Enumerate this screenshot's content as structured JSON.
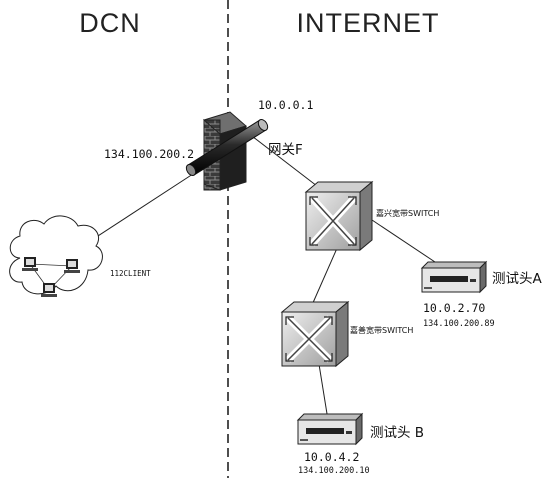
{
  "zones": {
    "left": "DCN",
    "right": "INTERNET"
  },
  "gateway": {
    "name": "网关F",
    "ip_inside": "10.0.0.1",
    "ip_outside": "134.100.200.2"
  },
  "client_cloud": {
    "label": "112CLIENT"
  },
  "switch_1": {
    "label": "嘉兴宽带SWITCH"
  },
  "switch_2": {
    "label": "嘉善宽带SWITCH"
  },
  "probe_a": {
    "name": "测试头A",
    "ip_local": "10.0.2.70",
    "ip_public": "134.100.200.89"
  },
  "probe_b": {
    "name": "测试头 B",
    "ip_local": "10.0.4.2",
    "ip_public": "134.100.200.10"
  }
}
